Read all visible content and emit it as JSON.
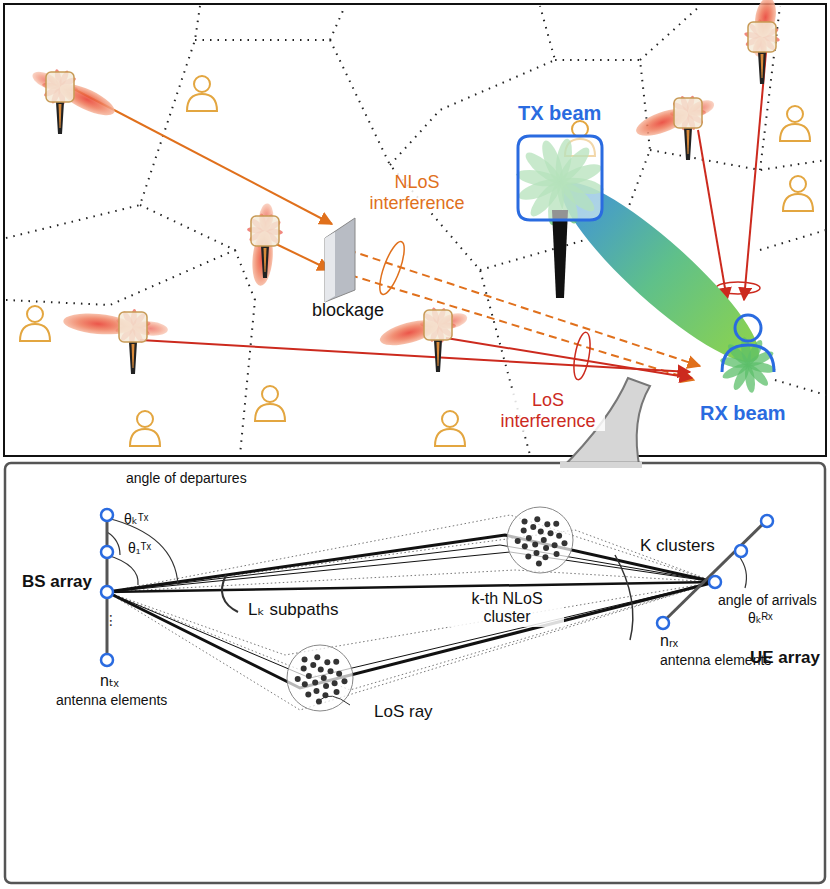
{
  "diagram": {
    "labels": [
      "NLoS interference",
      "blockage",
      "TX beam",
      "RX beam",
      "LoS interference",
      "angle of departures",
      "θₖᵀˣ",
      "θ₁ᵀˣ",
      "BS array",
      "nₜₓ",
      "antenna elements",
      "Lₖ subpaths",
      "k-th NLoS cluster",
      "K clusters",
      "LoS ray",
      "angle of arrivals",
      "θₖᴿˣ",
      "UE array",
      "nᵣₓ",
      "antenna elements"
    ]
  }
}
